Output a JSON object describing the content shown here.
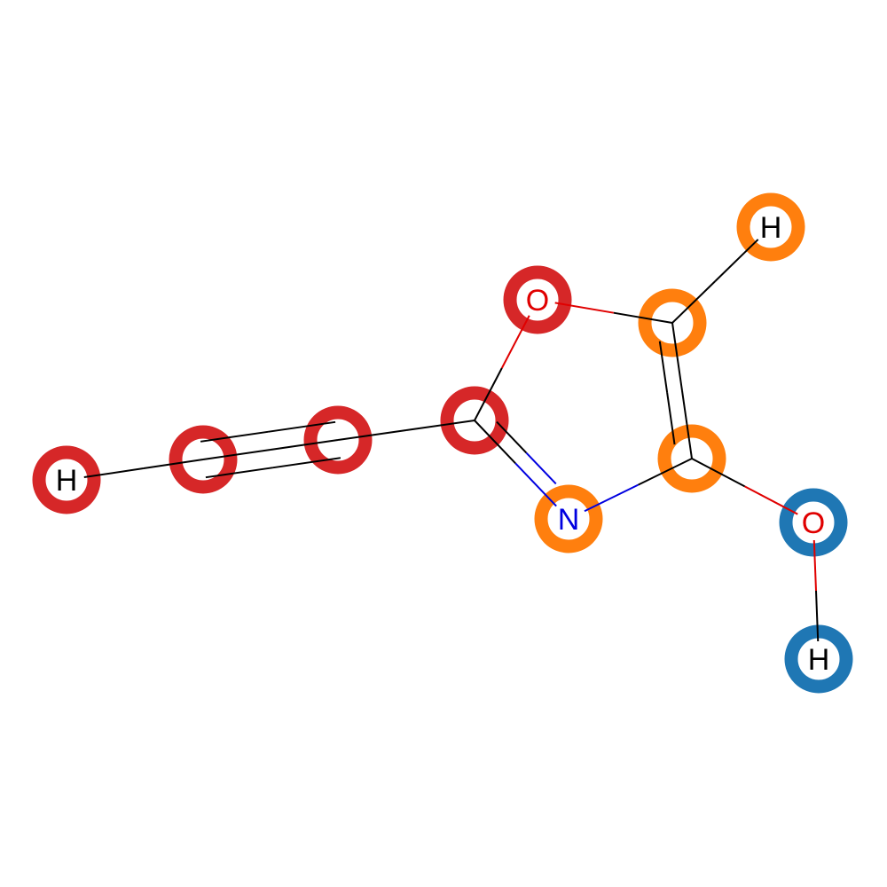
{
  "colors": {
    "background": "#ffffff",
    "group_red": "#d62728",
    "group_orange": "#ff7f0e",
    "group_blue": "#1f77b4",
    "element_C": "#000000",
    "element_H": "#000000",
    "element_O": "#e00000",
    "element_N": "#0000e0"
  },
  "molecule": {
    "atoms": [
      {
        "id": "a0",
        "element": "H",
        "label": "H",
        "group": "group_red"
      },
      {
        "id": "a1",
        "element": "C",
        "label": "",
        "group": "group_red"
      },
      {
        "id": "a2",
        "element": "C",
        "label": "",
        "group": "group_red"
      },
      {
        "id": "a3",
        "element": "C",
        "label": "",
        "group": "group_red"
      },
      {
        "id": "a4",
        "element": "O",
        "label": "O",
        "group": "group_red"
      },
      {
        "id": "a5",
        "element": "C",
        "label": "",
        "group": "group_orange"
      },
      {
        "id": "a6",
        "element": "H",
        "label": "H",
        "group": "group_orange"
      },
      {
        "id": "a7",
        "element": "C",
        "label": "",
        "group": "group_orange"
      },
      {
        "id": "a8",
        "element": "N",
        "label": "N",
        "group": "group_orange"
      },
      {
        "id": "a9",
        "element": "O",
        "label": "O",
        "group": "group_blue"
      },
      {
        "id": "a10",
        "element": "H",
        "label": "H",
        "group": "group_blue"
      }
    ],
    "bonds": [
      {
        "from": "a0",
        "to": "a1",
        "order": 1
      },
      {
        "from": "a1",
        "to": "a2",
        "order": 3
      },
      {
        "from": "a2",
        "to": "a3",
        "order": 1
      },
      {
        "from": "a3",
        "to": "a4",
        "order": 1
      },
      {
        "from": "a4",
        "to": "a5",
        "order": 1
      },
      {
        "from": "a5",
        "to": "a6",
        "order": 1
      },
      {
        "from": "a5",
        "to": "a7",
        "order": 2
      },
      {
        "from": "a7",
        "to": "a8",
        "order": 1
      },
      {
        "from": "a8",
        "to": "a3",
        "order": 2
      },
      {
        "from": "a7",
        "to": "a9",
        "order": 1
      },
      {
        "from": "a9",
        "to": "a10",
        "order": 1
      }
    ]
  }
}
